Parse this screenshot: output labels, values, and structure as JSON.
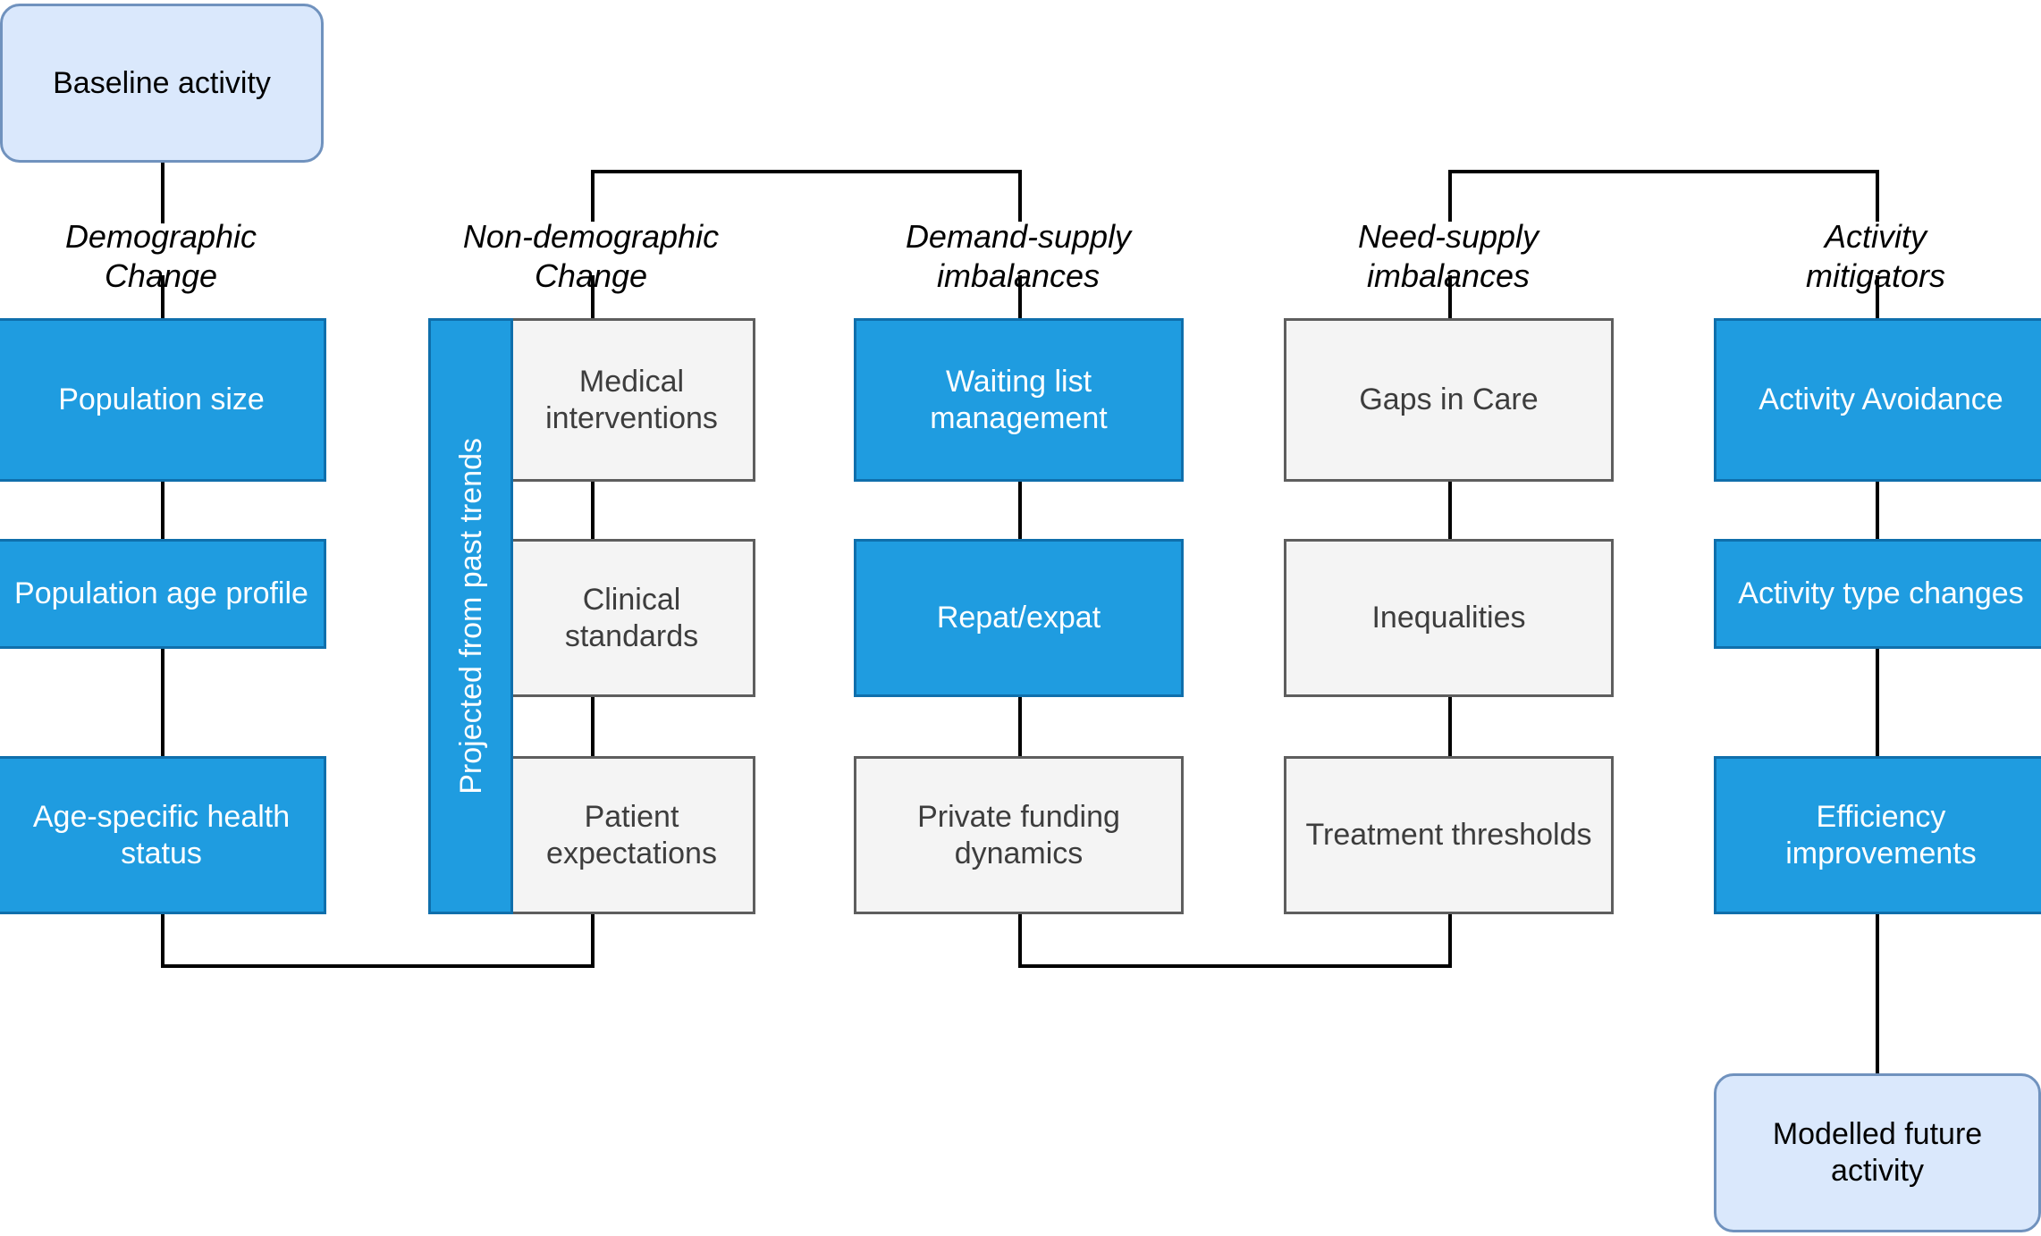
{
  "diagram": {
    "title_nodes": {
      "start": "Baseline activity",
      "end": "Modelled future activity"
    },
    "side_label": "Projected from past trends",
    "columns": [
      {
        "header": "Demographic Change",
        "header_line1": "Demographic",
        "header_line2": "Change",
        "style": "blue",
        "items": [
          "Population size",
          "Population age profile",
          "Age-specific health status"
        ]
      },
      {
        "header": "Non-demographic Change",
        "header_line1": "Non-demographic",
        "header_line2": "Change",
        "style": "gray",
        "items": [
          "Medical interventions",
          "Clinical standards",
          "Patient expectations"
        ]
      },
      {
        "header": "Demand-supply imbalances",
        "header_line1": "Demand-supply",
        "header_line2": "imbalances",
        "style": "mixed",
        "items": [
          "Waiting list management",
          "Repat/expat",
          "Private funding dynamics"
        ]
      },
      {
        "header": "Need-supply imbalances",
        "header_line1": "Need-supply",
        "header_line2": "imbalances",
        "style": "gray",
        "items": [
          "Gaps in Care",
          "Inequalities",
          "Treatment thresholds"
        ]
      },
      {
        "header": "Activity mitigators",
        "header_line1": "Activity",
        "header_line2": "mitigators",
        "style": "blue",
        "items": [
          "Activity Avoidance",
          "Activity type changes",
          "Efficiency improvements"
        ]
      }
    ],
    "colors": {
      "blue_fill": "#1f9ce0",
      "blue_border": "#0f6fac",
      "gray_fill": "#f4f4f4",
      "gray_border": "#5e5e5e",
      "rounded_fill": "#dae8fc",
      "rounded_border": "#7092be",
      "connector": "#000000",
      "blue_text": "#ffffff",
      "gray_text": "#3d3d3d"
    }
  }
}
